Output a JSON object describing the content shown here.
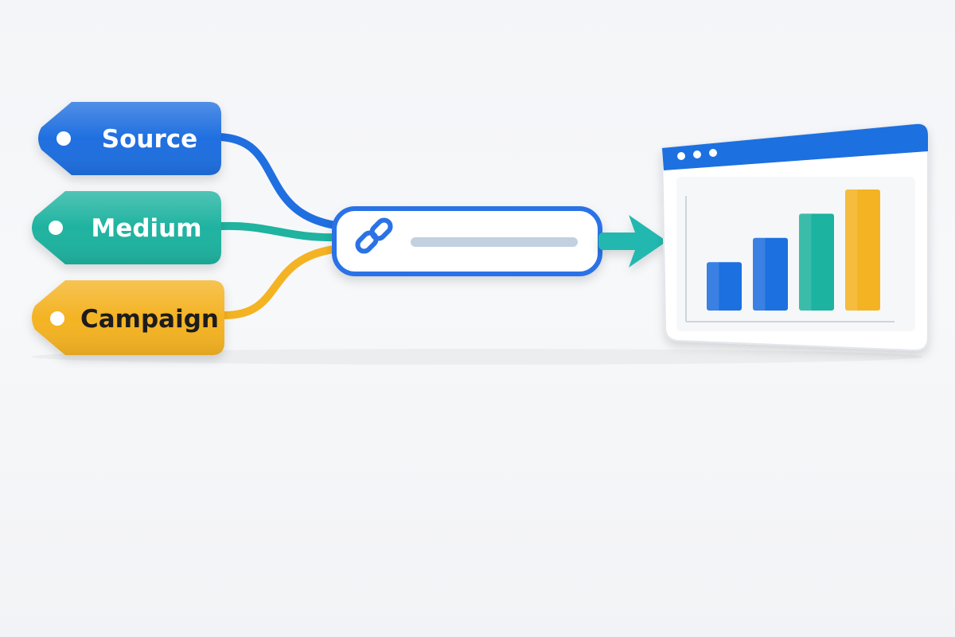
{
  "tags": [
    {
      "label": "Source",
      "color": "#1f6fe0",
      "text_color": "#ffffff"
    },
    {
      "label": "Medium",
      "color": "#1fb3a0",
      "text_color": "#ffffff"
    },
    {
      "label": "Campaign",
      "color": "#f4b323",
      "text_color": "#1e1e1e"
    }
  ],
  "link_bar": {
    "icon": "link-icon",
    "border_color": "#2a72e6"
  },
  "arrow": {
    "color": "#22b8b0"
  },
  "browser": {
    "titlebar_color": "#1f6fe0",
    "window_dots": 3,
    "chart_data": {
      "type": "bar",
      "series": [
        {
          "values": [
            2,
            3,
            4,
            5
          ]
        }
      ],
      "colors": [
        "#1f6fe0",
        "#1f6fe0",
        "#1fb3a0",
        "#f4b323"
      ]
    }
  }
}
